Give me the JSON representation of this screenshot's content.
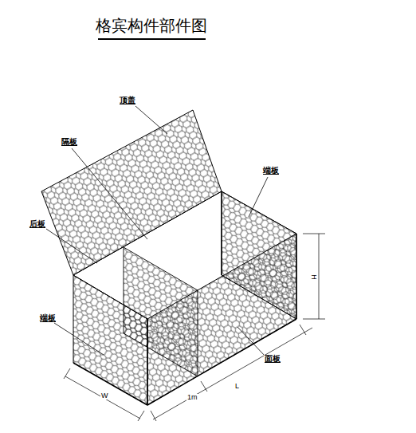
{
  "diagram": {
    "title": "格宾构件部件图",
    "labels": [
      "顶盖",
      "隔板",
      "端板",
      "后板",
      "端板",
      "面板",
      "H",
      "W",
      "1m",
      "L"
    ]
  }
}
